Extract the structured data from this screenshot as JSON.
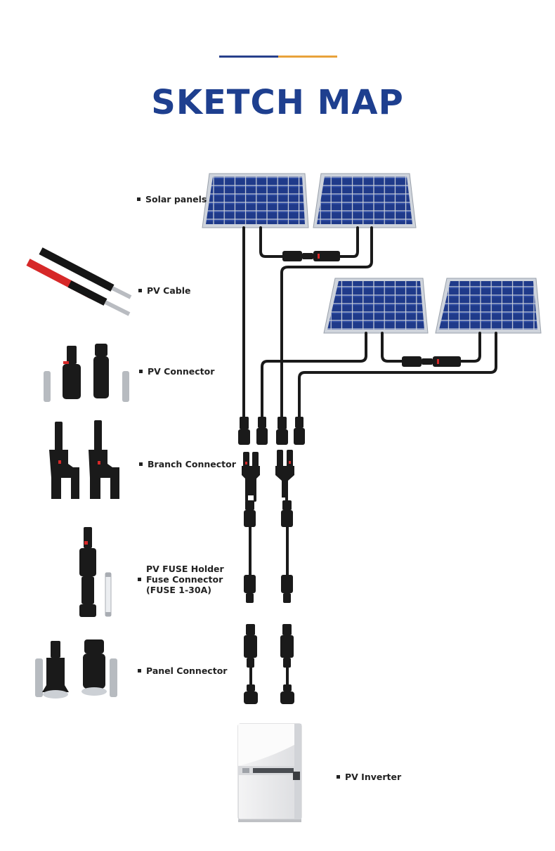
{
  "header": {
    "title": "SKETCH MAP",
    "accent_colors": [
      "#27408b",
      "#e8a23a"
    ],
    "title_color": "#1e3f8f"
  },
  "labels": {
    "solar_panels": "Solar panels",
    "pv_cable": "PV Cable",
    "pv_connector": "PV Connector",
    "branch_connector": "Branch Connector",
    "fuse_holder": [
      "PV FUSE Holder",
      "Fuse Connector",
      "(FUSE 1-30A)"
    ],
    "panel_connector": "Panel Connector",
    "pv_inverter": "PV Inverter"
  },
  "colors": {
    "panel_cell": "#1f3a8a",
    "panel_frame": "#cfd4dc",
    "cable": "#1a1a1a",
    "cable_red": "#d62828",
    "inverter_body": "#e9eaec",
    "inverter_front": "#f6f6f7"
  }
}
